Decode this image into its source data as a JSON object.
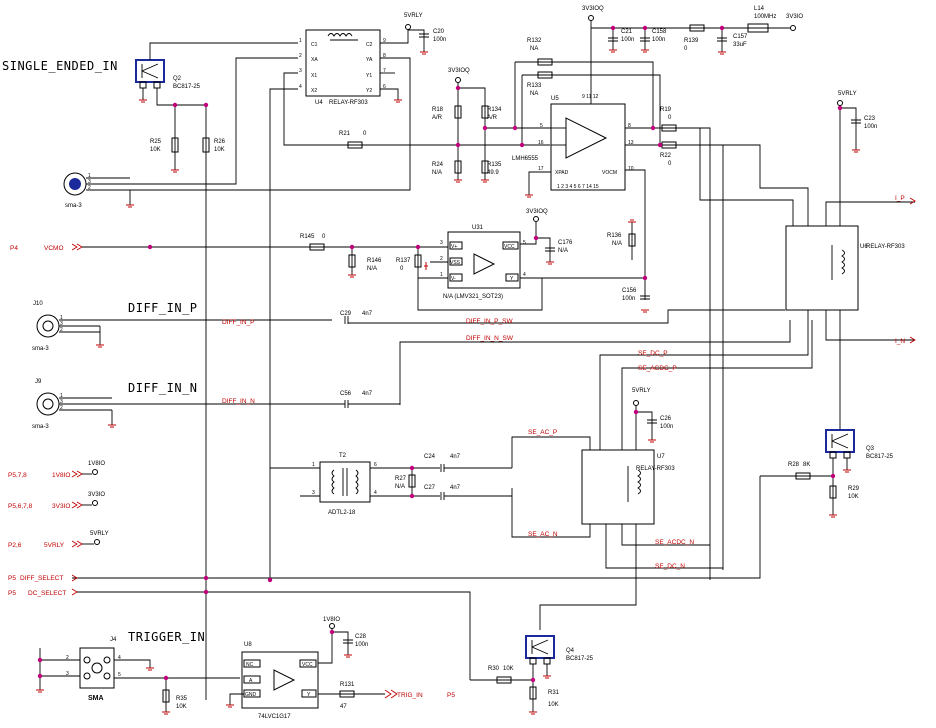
{
  "titles": {
    "single_ended_in": "SINGLE_ENDED_IN",
    "diff_in_p": "DIFF_IN_P",
    "diff_in_n": "DIFF_IN_N",
    "trigger_in": "TRIGGER_IN"
  },
  "ports": {
    "p4": "P4",
    "vcmo": "VCMO",
    "p578": "P5,7,8",
    "v18io": "1V8IO",
    "p5678": "P5,6,7,8",
    "v33io": "3V3IO",
    "p26": "P2,6",
    "v5rly": "5VRLY",
    "p5a": "P5",
    "diff_select": "DIFF_SELECT",
    "p5b": "P5",
    "dc_select": "DC_SELECT",
    "trig_in": "TRIG_IN",
    "p5c": "P5",
    "i_p": "I_P",
    "i_n": "I_N"
  },
  "nets": {
    "diff_in_p": "DIFF_IN_P",
    "diff_in_n": "DIFF_IN_N",
    "diff_in_p_sw": "DIFF_IN_P_SW",
    "diff_in_n_sw": "DIFF_IN_N_SW",
    "se_dc_p": "SE_DC_P",
    "se_acdc_p": "SE_ACDC_P",
    "se_ac_p": "SE_AC_P",
    "se_ac_n": "SE_AC_N",
    "se_acdc_n": "SE_ACDC_N",
    "se_dc_n": "SE_DC_N"
  },
  "rails": {
    "r5vrly": "5VRLY",
    "r3v3ioq": "3V3IOQ",
    "r3v3io": "3V3IO",
    "r1v8io": "1V8IO"
  },
  "parts": {
    "q2": {
      "ref": "Q2",
      "val": "BC817-25"
    },
    "q3": {
      "ref": "Q3",
      "val": "BC817-25"
    },
    "q4": {
      "ref": "Q4",
      "val": "BC817-25"
    },
    "u4": {
      "ref": "U4",
      "val": "RELAY-RF303"
    },
    "u6": {
      "ref": "U6",
      "val": "RELAY-RF303"
    },
    "u7": {
      "ref": "U7",
      "val": "RELAY-RF303"
    },
    "u5": {
      "ref": "U5",
      "val": "LMH6555"
    },
    "u31": {
      "ref": "U31",
      "val": "N/A (LMV321_SOT23)"
    },
    "u8": {
      "ref": "U8",
      "val": "74LVC1G17"
    },
    "t2": {
      "ref": "T2",
      "val": "ADTL2-18"
    },
    "j4": {
      "ref": "J4",
      "val": "SMA"
    },
    "j9": {
      "ref": "J9",
      "val": "sma-3"
    },
    "j10": {
      "ref": "J10",
      "val": "sma-3"
    },
    "j_se": {
      "val": "sma-3"
    },
    "l14": {
      "ref": "L14",
      "val": "100MHz"
    },
    "c20": {
      "ref": "C20",
      "val": "100n"
    },
    "c21": {
      "ref": "C21",
      "val": "100n"
    },
    "c158": {
      "ref": "C158",
      "val": "100n"
    },
    "c157": {
      "ref": "C157",
      "val": "33uF"
    },
    "c23": {
      "ref": "C23",
      "val": "100n"
    },
    "c26": {
      "ref": "C26",
      "val": "100n"
    },
    "c28": {
      "ref": "C28",
      "val": "100n"
    },
    "c29": {
      "ref": "C29",
      "val": "4n7"
    },
    "c56": {
      "ref": "C56",
      "val": "4n7"
    },
    "c24": {
      "ref": "C24",
      "val": "4n7"
    },
    "c27": {
      "ref": "C27",
      "val": "4n7"
    },
    "c176": {
      "ref": "C176",
      "val": "N/A"
    },
    "c156": {
      "ref": "C156",
      "val": "100n"
    },
    "r21": {
      "ref": "R21",
      "val": "0"
    },
    "r25": {
      "ref": "R25",
      "val": "10K"
    },
    "r26": {
      "ref": "R26",
      "val": "10K"
    },
    "r18": {
      "ref": "R18",
      "val": "A/R"
    },
    "r134": {
      "ref": "R134",
      "val": "A/R"
    },
    "r24": {
      "ref": "R24",
      "val": "N/A"
    },
    "r135": {
      "ref": "R135",
      "val": "49.9"
    },
    "r132": {
      "ref": "R132",
      "val": "NA"
    },
    "r133": {
      "ref": "R133",
      "val": "NA"
    },
    "r139": {
      "ref": "R139",
      "val": "0"
    },
    "r19": {
      "ref": "R19",
      "val": "0"
    },
    "r22": {
      "ref": "R22",
      "val": "0"
    },
    "r145": {
      "ref": "R145",
      "val": "0"
    },
    "r146": {
      "ref": "R146",
      "val": "N/A"
    },
    "r137": {
      "ref": "R137",
      "val": "0"
    },
    "r136": {
      "ref": "R136",
      "val": "N/A"
    },
    "r27": {
      "ref": "R27",
      "val": "N/A"
    },
    "r28": {
      "ref": "R28",
      "val": "8K"
    },
    "r29": {
      "ref": "R29",
      "val": "10K"
    },
    "r30": {
      "ref": "R30",
      "val": "10K"
    },
    "r31": {
      "ref": "R31",
      "val": "10K"
    },
    "r35": {
      "ref": "R35",
      "val": "10K"
    },
    "r131": {
      "ref": "R131",
      "val": "47"
    }
  },
  "pins": {
    "relay": {
      "c1": "C1",
      "c2": "C2",
      "xa": "XA",
      "ya": "YA",
      "x1": "X1",
      "y1": "Y1",
      "x2": "X2",
      "y2": "Y2"
    },
    "u5": {
      "xpad": "XPAD",
      "vocm": "VOCM",
      "n5": "5",
      "n16": "16",
      "n17": "17",
      "n8": "8",
      "n13": "13",
      "n10": "10",
      "top": "9 11 12",
      "bot": "1 2 3 4 5 6 7 14 15"
    },
    "u31": {
      "vp": "V+",
      "vss": "VSS",
      "vm": "V-",
      "vcc": "VCC",
      "y": "Y",
      "n3": "3",
      "n2": "2",
      "n1": "1",
      "n5": "5",
      "n4": "4"
    },
    "u8": {
      "nc": "NC",
      "a": "A",
      "gnd": "GND",
      "vcc": "VCC",
      "y": "Y"
    }
  }
}
